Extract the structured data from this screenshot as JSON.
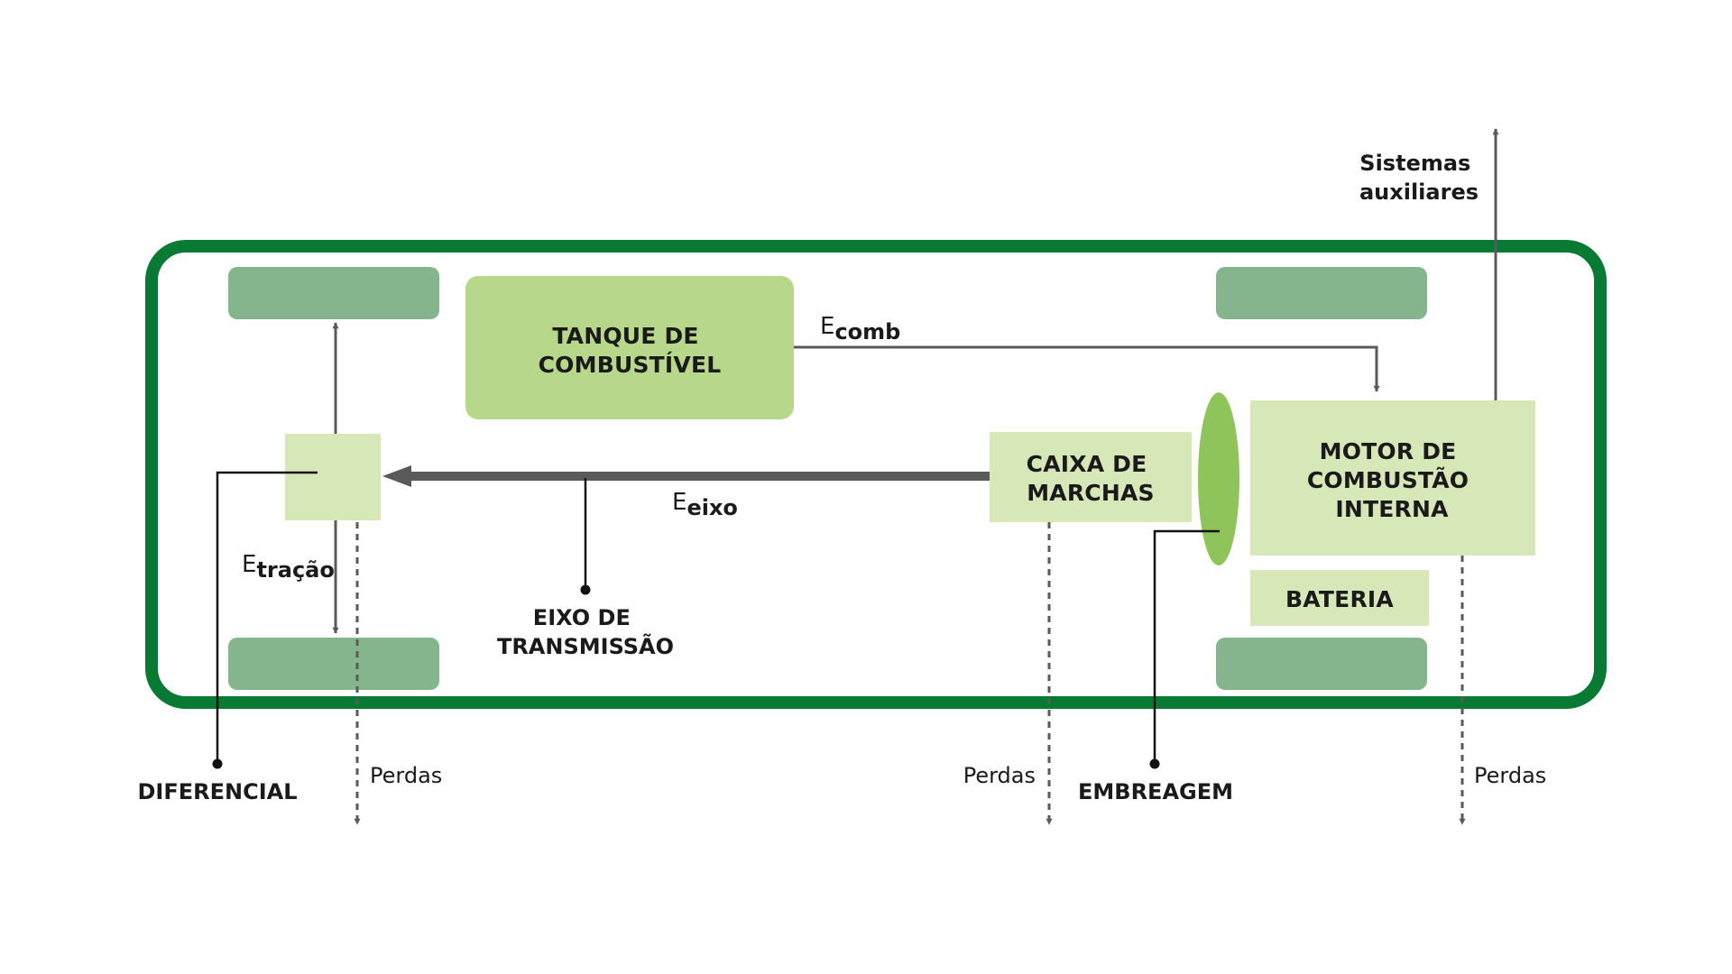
{
  "colors": {
    "chassis": "#087a33",
    "wheel": "#84b58c",
    "tank": "#b7d88a",
    "component_light": "#d6e7b8",
    "clutch": "#8fc45a",
    "line": "#5a5a5a",
    "pointer": "#111111"
  },
  "components": {
    "tank": [
      "TANQUE DE",
      "COMBUSTÍVEL"
    ],
    "engine": [
      "MOTOR DE",
      "COMBUSTÃO",
      "INTERNA"
    ],
    "gearbox": [
      "CAIXA DE",
      "MARCHAS"
    ],
    "battery": "BATERIA"
  },
  "callouts": {
    "axle": [
      "EIXO DE",
      "TRANSMISSÃO"
    ],
    "differential": "DIFERENCIAL",
    "clutch": "EMBREAGEM"
  },
  "energy_flows": {
    "fuel": {
      "symbol": "E",
      "subscript": "comb"
    },
    "axle": {
      "symbol": "E",
      "subscript": "eixo"
    },
    "traction": {
      "symbol": "E",
      "subscript": "tração"
    }
  },
  "losses": {
    "label": "Perdas"
  },
  "auxiliary": [
    "Sistemas",
    "auxiliares"
  ]
}
